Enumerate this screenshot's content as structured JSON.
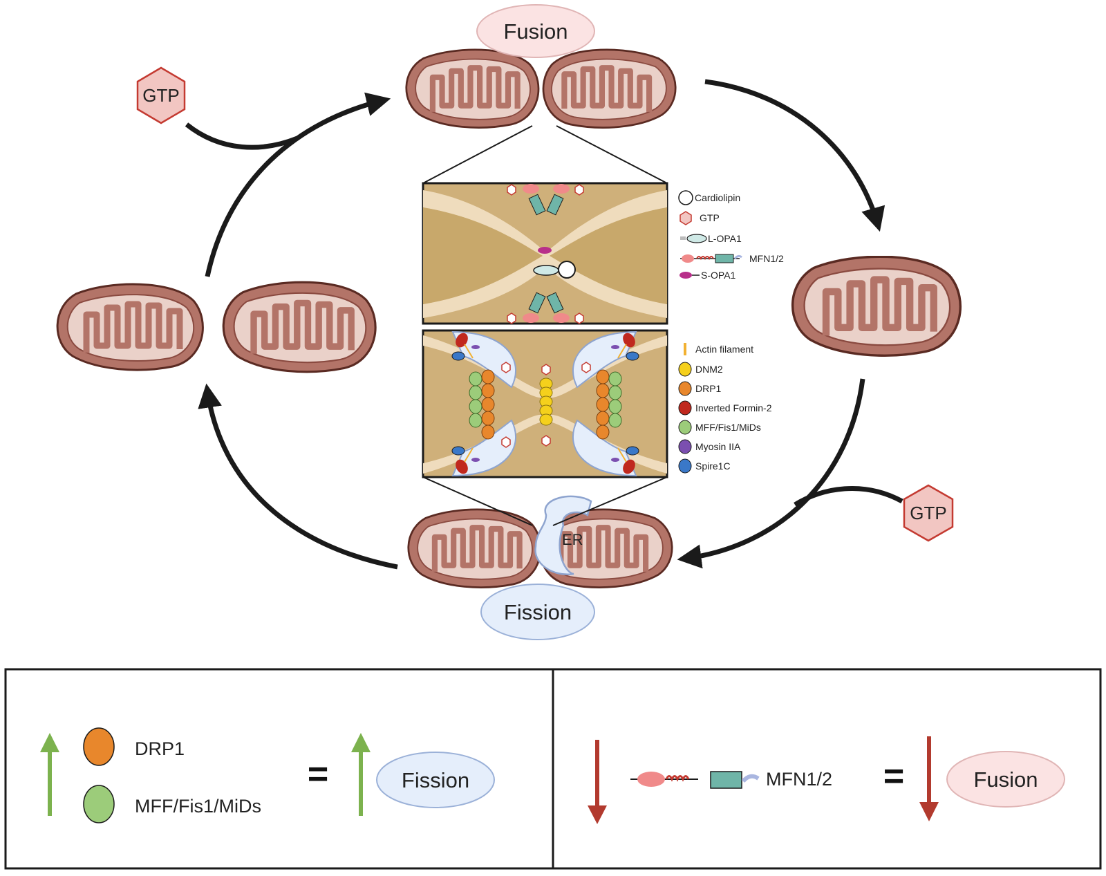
{
  "cycle": {
    "fusion_label": "Fusion",
    "fission_label": "Fission",
    "gtp_label": "GTP",
    "er_label": "ER"
  },
  "fusion_legend": [
    {
      "icon": "cardiolipin-icon",
      "label": "Cardiolipin"
    },
    {
      "icon": "gtp-icon",
      "label": "GTP"
    },
    {
      "icon": "l-opa1-icon",
      "label": "L-OPA1"
    },
    {
      "icon": "mfn12-icon",
      "label": "MFN1/2"
    },
    {
      "icon": "s-opa1-icon",
      "label": "S-OPA1"
    }
  ],
  "fission_legend": [
    {
      "icon": "actin-filament-icon",
      "label": "Actin filament",
      "color": "#f2b132"
    },
    {
      "icon": "dnm2-icon",
      "label": "DNM2",
      "color": "#f5d01c"
    },
    {
      "icon": "drp1-icon",
      "label": "DRP1",
      "color": "#e8872c"
    },
    {
      "icon": "inverted-formin2-icon",
      "label": "Inverted Formin-2",
      "color": "#c0281e"
    },
    {
      "icon": "mff-fis1-mids-icon",
      "label": "MFF/Fis1/MiDs",
      "color": "#9ccc7a"
    },
    {
      "icon": "myosin-iia-icon",
      "label": "Myosin IIA",
      "color": "#7b4fb0"
    },
    {
      "icon": "spire1c-icon",
      "label": "Spire1C",
      "color": "#3a78c8"
    }
  ],
  "summary": {
    "left": {
      "items": [
        "DRP1",
        "MFF/Fis1/MiDs"
      ],
      "equals": "=",
      "result": "Fission"
    },
    "right": {
      "item": "MFN1/2",
      "equals": "=",
      "result": "Fusion"
    }
  },
  "colors": {
    "mito_outer": "#b37468",
    "mito_inner": "#ead1c9",
    "gtp_fill": "#f2c6c2",
    "gtp_stroke": "#c43a31",
    "fusion_bubble": "#fbe3e3",
    "fission_bubble": "#e5eefb",
    "arrow_up": "#7cb24e",
    "arrow_down": "#b23a2e"
  }
}
